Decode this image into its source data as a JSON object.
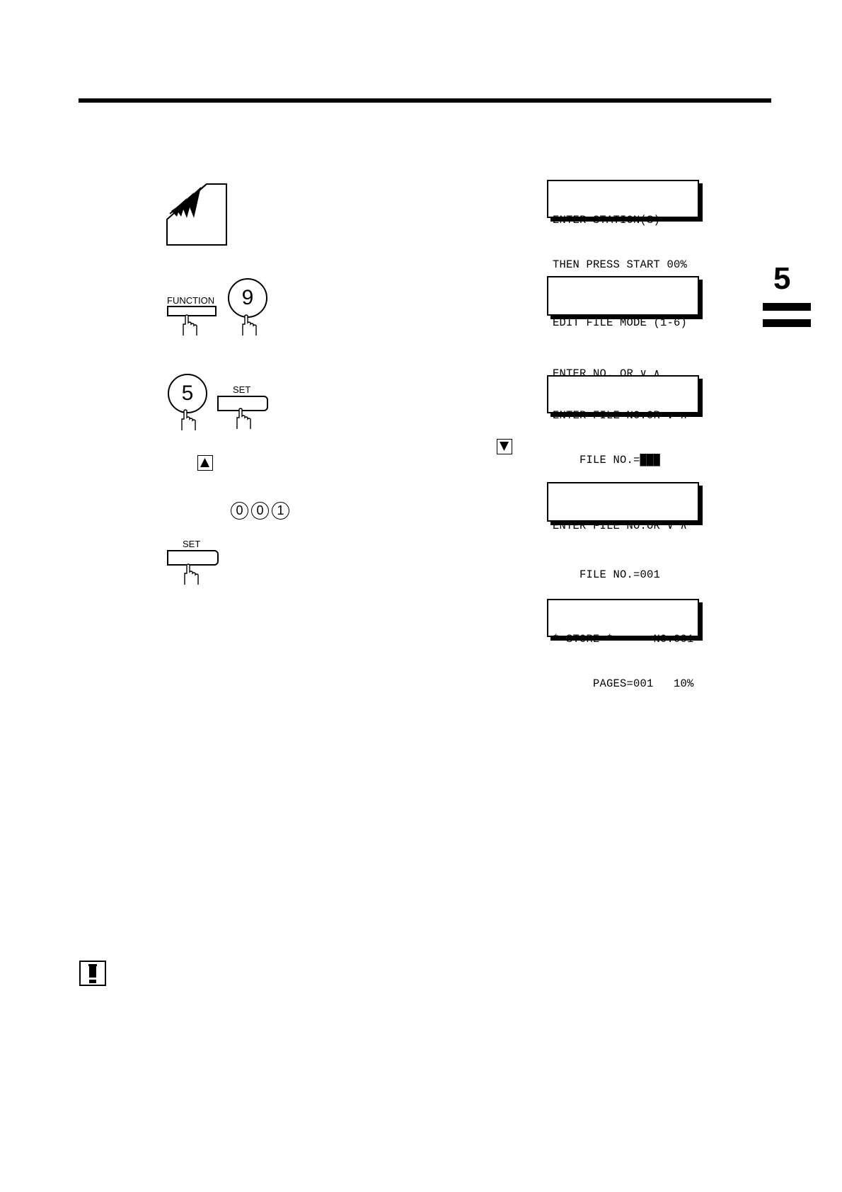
{
  "chapter": {
    "number": "5"
  },
  "keys": {
    "function_label": "FUNCTION",
    "nine_label": "9",
    "five_label": "5",
    "set_label_1": "SET",
    "set_label_2": "SET",
    "digits": [
      "0",
      "0",
      "1"
    ]
  },
  "displays": [
    {
      "line1": "ENTER STATION(S)",
      "line2": "THEN PRESS START 00%"
    },
    {
      "line1": "EDIT FILE MODE (1-6)",
      "line2": "ENTER NO. OR ∨ ∧"
    },
    {
      "line1": "ENTER FILE NO.OR ∨ ∧",
      "line2": "    FILE NO.=███"
    },
    {
      "line1": "ENTER FILE NO.OR ∨ ∧",
      "line2": "    FILE NO.=001"
    },
    {
      "line1": "* STORE *      NO.001",
      "line2": "      PAGES=001   10%"
    }
  ],
  "icons": {
    "document": "document-feed-icon",
    "hand": "pressing-hand-icon",
    "up_arrow": "up-arrow-key-icon",
    "down_arrow": "down-arrow-key-icon",
    "note": "exclamation-note-icon"
  }
}
